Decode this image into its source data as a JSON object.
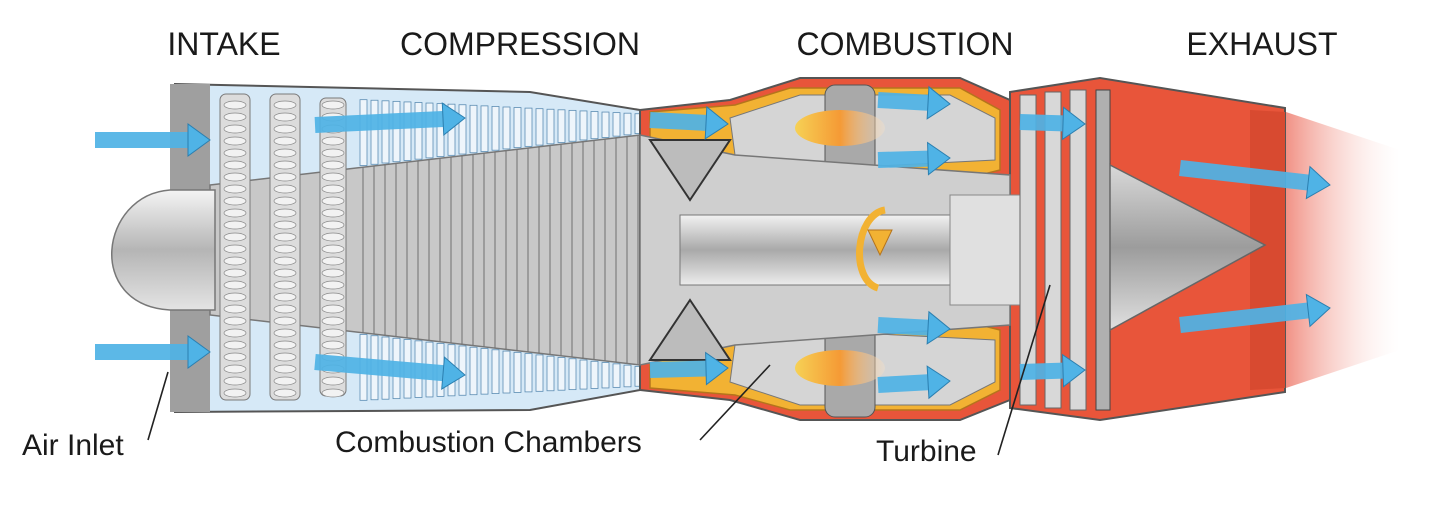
{
  "sections": [
    "INTAKE",
    "COMPRESSION",
    "COMBUSTION",
    "EXHAUST"
  ],
  "callouts": {
    "air_inlet": "Air Inlet",
    "combustion_chambers": "Combustion Chambers",
    "turbine": "Turbine"
  },
  "colors": {
    "airflow": "#4fb3e6",
    "hot_section": "#e8553a",
    "combustor_liner": "#f2b233",
    "flame": "#f7a23a",
    "metal": "#c8c8c8",
    "exhaust_plume": "#f7c6c0"
  }
}
